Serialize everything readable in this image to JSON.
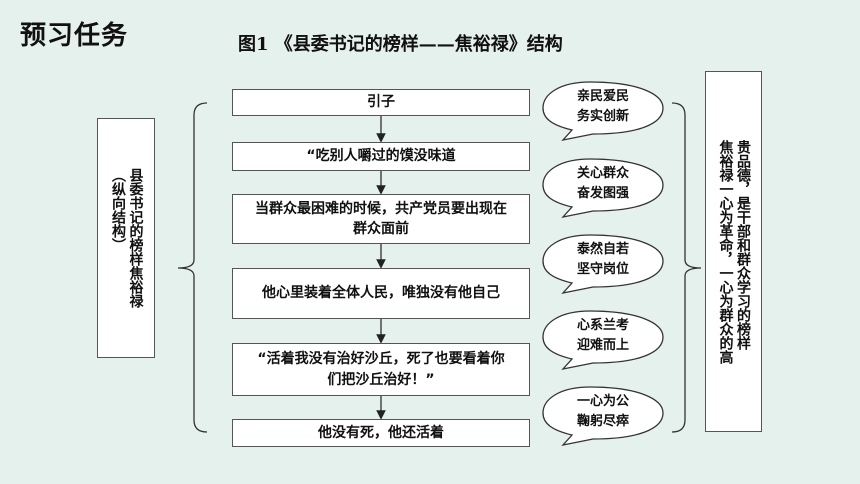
{
  "header": {
    "label": "预习任务"
  },
  "diagram": {
    "title": "图1 《县委书记的榜样——焦裕禄》结构",
    "left_label": [
      "县委书记的榜样焦裕禄",
      "（纵向结构）"
    ],
    "right_label": [
      "贵品德，是干部和群众学习的榜样",
      "焦裕禄一心为革命，一心为群众的高"
    ],
    "steps": [
      "引子",
      "“吃别人嚼过的馍没味道",
      "当群众最困难的时候，共产党员要出现在群众面前",
      "他心里装着全体人民，唯独没有他自己",
      "“活着我没有治好沙丘，死了也要看着你们把沙丘治好！”",
      "他没有死，他还活着"
    ],
    "bubbles": [
      [
        "亲民爱民",
        "务实创新"
      ],
      [
        "关心群众",
        "奋发图强"
      ],
      [
        "泰然自若",
        "坚守岗位"
      ],
      [
        "心系兰考",
        "迎难而上"
      ],
      [
        "一心为公",
        "鞠躬尽瘁"
      ]
    ]
  }
}
